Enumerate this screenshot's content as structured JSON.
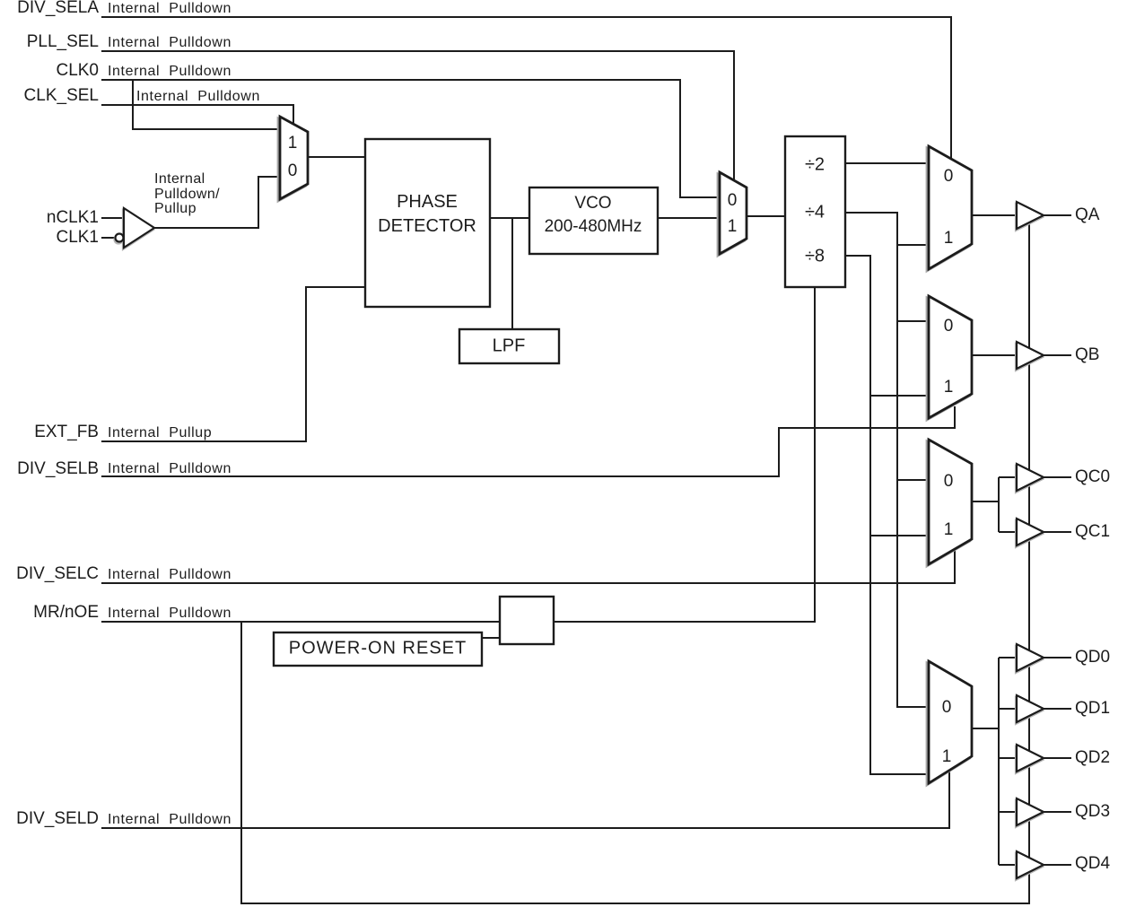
{
  "colors": {
    "ink": "#1c1c1c",
    "background": "#ffffff",
    "shadow": "#a8a8a8"
  },
  "pins": {
    "div_sela": {
      "label": "DIV_SELA",
      "note": "Internal Pulldown"
    },
    "pll_sel": {
      "label": "PLL_SEL",
      "note": "Internal Pulldown"
    },
    "clk0": {
      "label": "CLK0",
      "note": "Internal Pulldown"
    },
    "clk_sel": {
      "label": "CLK_SEL",
      "note": "Internal Pulldown"
    },
    "nclk1": {
      "label": "nCLK1"
    },
    "clk1": {
      "label": "CLK1",
      "note_lines": [
        "Internal",
        "Pulldown/",
        "Pullup"
      ]
    },
    "ext_fb": {
      "label": "EXT_FB",
      "note": "Internal Pullup"
    },
    "div_selb": {
      "label": "DIV_SELB",
      "note": "Internal Pulldown"
    },
    "div_selc": {
      "label": "DIV_SELC",
      "note": "Internal Pulldown"
    },
    "mr_noe": {
      "label": "MR/nOE",
      "note": "Internal Pulldown"
    },
    "div_seld": {
      "label": "DIV_SELD",
      "note": "Internal Pulldown"
    }
  },
  "blocks": {
    "phase_detector": {
      "line1": "PHASE",
      "line2": "DETECTOR"
    },
    "vco": {
      "line1": "VCO",
      "line2": "200-480MHz"
    },
    "lpf": {
      "label": "LPF"
    },
    "power_on_reset": {
      "label": "POWER-ON RESET"
    },
    "divider": {
      "div2": "÷2",
      "div4": "÷4",
      "div8": "÷8"
    }
  },
  "mux": {
    "in0": "0",
    "in1": "1"
  },
  "outputs": {
    "qa": "QA",
    "qb": "QB",
    "qc0": "QC0",
    "qc1": "QC1",
    "qd0": "QD0",
    "qd1": "QD1",
    "qd2": "QD2",
    "qd3": "QD3",
    "qd4": "QD4"
  }
}
